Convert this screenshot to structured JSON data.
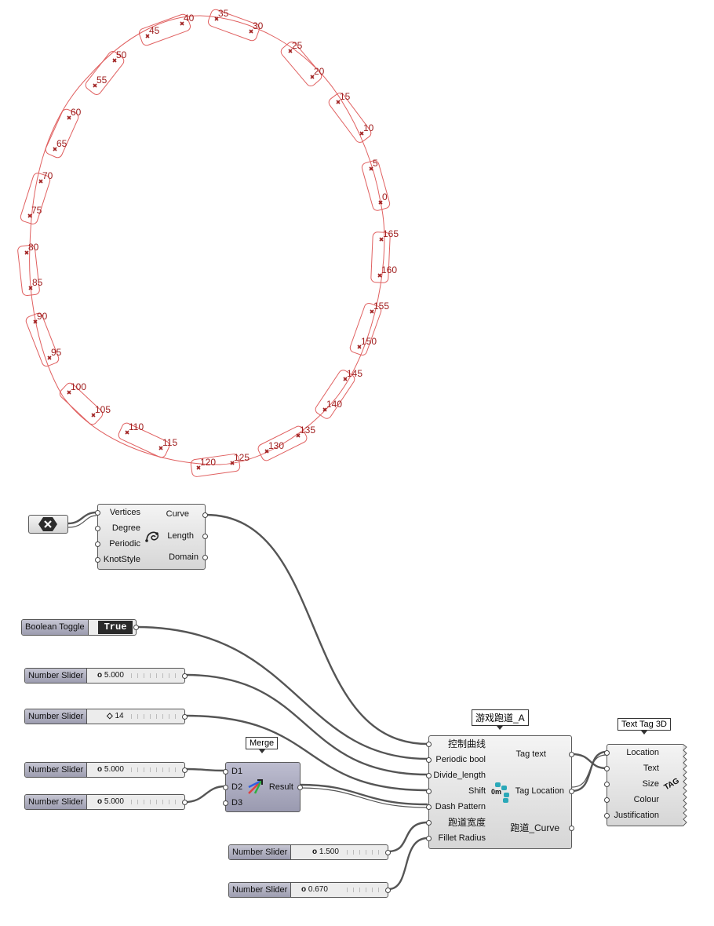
{
  "viewport": {
    "labels": [
      "0",
      "5",
      "10",
      "15",
      "20",
      "25",
      "30",
      "35",
      "40",
      "45",
      "50",
      "55",
      "60",
      "65",
      "70",
      "75",
      "80",
      "85",
      "90",
      "95",
      "100",
      "105",
      "110",
      "115",
      "120",
      "125",
      "130",
      "135",
      "140",
      "145",
      "150",
      "155",
      "160",
      "165"
    ],
    "curve_color": "#e06060",
    "label_color": "#a02020"
  },
  "interpolate": {
    "inputs": [
      "Vertices",
      "Degree",
      "Periodic",
      "KnotStyle"
    ],
    "outputs": [
      "Curve",
      "Length",
      "Domain"
    ],
    "icon": "interpolate-curve-icon"
  },
  "hidden_param": {
    "icon": "hexagon-x-icon"
  },
  "toggle": {
    "name": "Boolean Toggle",
    "value": "True"
  },
  "sliders": [
    {
      "name": "Number Slider",
      "value": "5.000",
      "marker": "o"
    },
    {
      "name": "Number Slider",
      "value": "14",
      "marker": "◇"
    },
    {
      "name": "Number Slider",
      "value": "5.000",
      "marker": "o"
    },
    {
      "name": "Number Slider",
      "value": "5.000",
      "marker": "o"
    },
    {
      "name": "Number Slider",
      "value": "1.500",
      "marker": "o"
    },
    {
      "name": "Number Slider",
      "value": "0.670",
      "marker": "o"
    }
  ],
  "merge": {
    "title": "Merge",
    "inputs": [
      "D1",
      "D2",
      "D3"
    ],
    "output": "Result",
    "icon": "merge-arrows-icon"
  },
  "cluster": {
    "title": "游戏跑道_A",
    "inputs": [
      "控制曲线",
      "Periodic bool",
      "Divide_length",
      "Shift",
      "Dash Pattern",
      "跑道宽度",
      "Fillet Radius"
    ],
    "outputs": [
      "Tag text",
      "Tag Location",
      "跑道_Curve"
    ],
    "icon_text": "0m"
  },
  "texttag": {
    "title": "Text Tag 3D",
    "inputs": [
      "Location",
      "Text",
      "Size",
      "Colour",
      "Justification"
    ],
    "icon_text": "TAG"
  },
  "colors": {
    "wire": "#555555",
    "component_border": "#5a5a5a",
    "slider_name_bg": "#a8a8ba"
  }
}
